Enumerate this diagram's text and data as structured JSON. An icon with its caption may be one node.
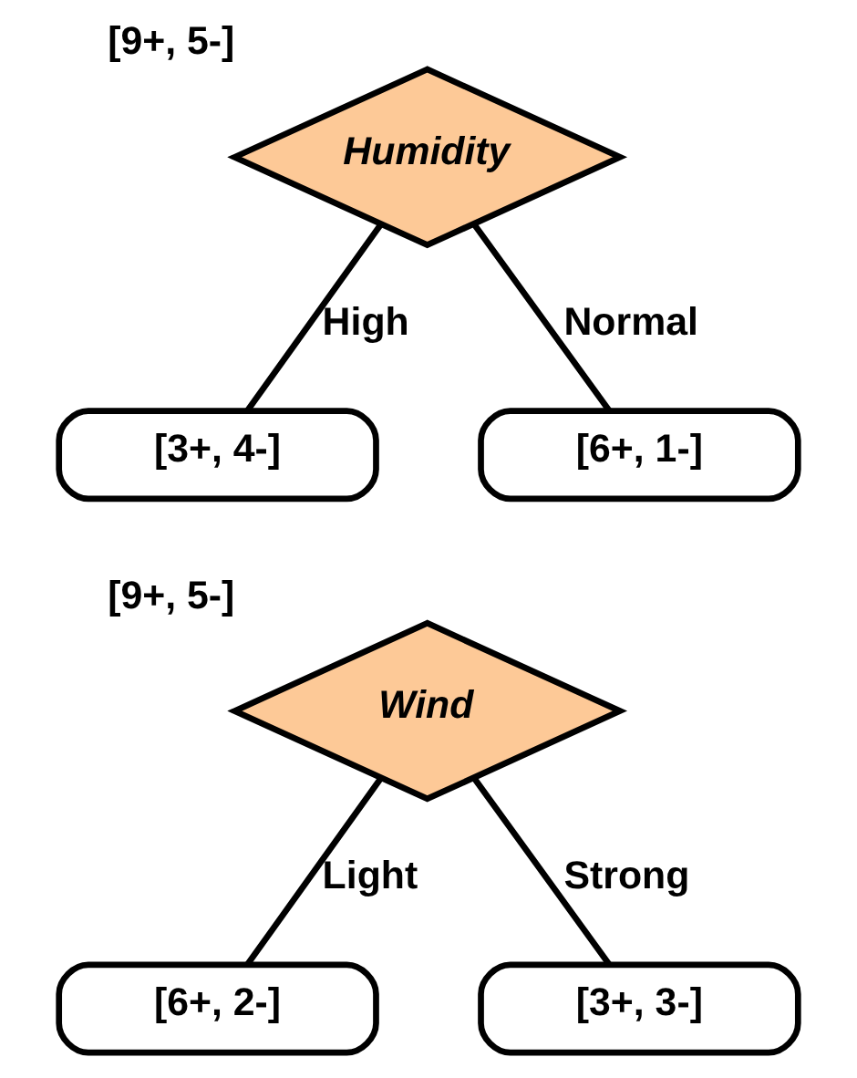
{
  "diagram": {
    "nodes": [
      {
        "text": [
          "Humidity"
        ],
        "beside": [
          "[9+, 5-]"
        ]
      },
      {
        "text": [
          "[3+, 4-]"
        ]
      },
      {
        "text": [
          "[6+, 1-]"
        ]
      },
      {
        "text": [
          "Wind"
        ],
        "beside": [
          "[9+, 5-]"
        ]
      },
      {
        "text": [
          "[6+, 2-]"
        ]
      },
      {
        "text": [
          "[3+, 3-]"
        ]
      }
    ],
    "edges": [
      {
        "from": 0,
        "to": 1,
        "arrow": "none",
        "label": "High"
      },
      {
        "from": 0,
        "to": 2,
        "arrow": "none",
        "label": "Normal"
      },
      {
        "from": 3,
        "to": 4,
        "arrow": "none",
        "label": "Light"
      },
      {
        "from": 3,
        "to": 5,
        "arrow": "none",
        "label": "Strong"
      }
    ]
  }
}
